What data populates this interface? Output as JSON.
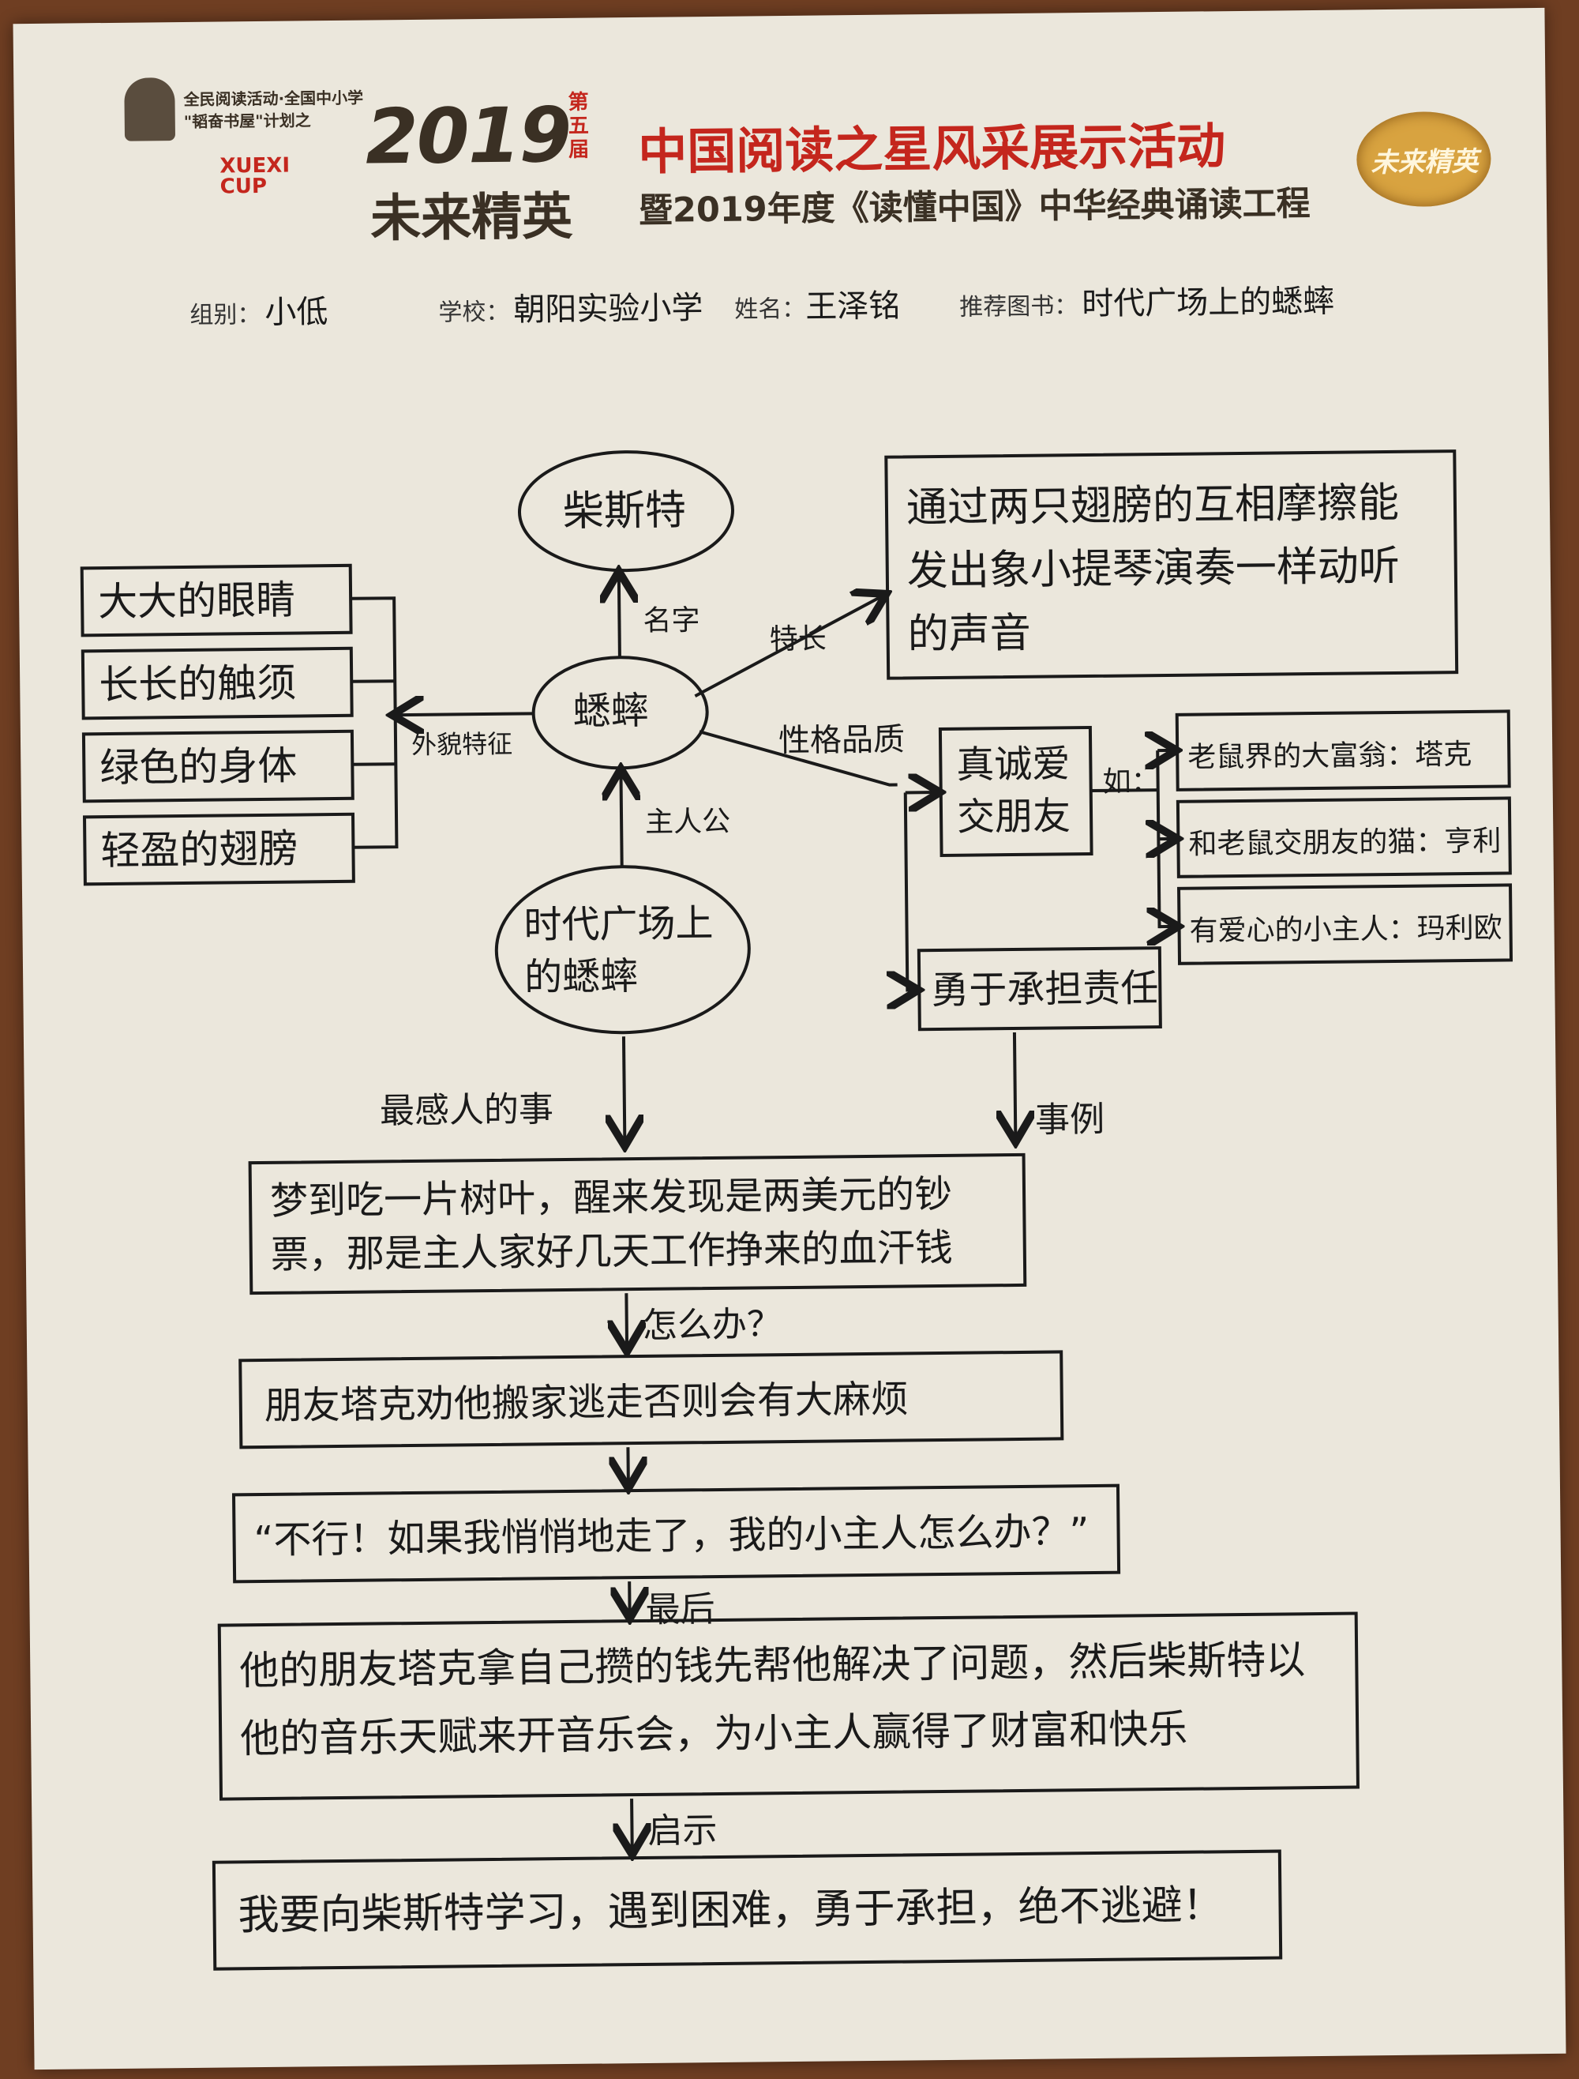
{
  "header": {
    "campaign_line1": "全民阅读活动·全国中小学",
    "campaign_line2": "\"韬奋书屋\"计划之",
    "sponsor_mark": "XUEXI CUP",
    "year": "2019",
    "edition": "第五届",
    "future_elite": "未来精英",
    "title_main": "中国阅读之星风采展示活动",
    "title_sub": "暨2019年度《读懂中国》中华经典诵读工程",
    "badge": "未来精英"
  },
  "form": {
    "group_label": "组别：",
    "group_value": "小低",
    "school_label": "学校：",
    "school_value": "朝阳实验小学",
    "name_label": "姓名：",
    "name_value": "王泽铭",
    "book_label": "推荐图书：",
    "book_value": "时代广场上的蟋蟀"
  },
  "diagram": {
    "name_node": "柴斯特",
    "center_node": "蟋蟀",
    "book_node": "时代广场上的蟋蟀",
    "edge_name": "名字",
    "edge_skill": "特长",
    "edge_appearance": "外貌特征",
    "edge_protagonist": "主人公",
    "edge_character": "性格品质",
    "edge_example_prefix": "如：",
    "edge_touching": "最感人的事",
    "edge_case": "事例",
    "edge_what": "怎么办？",
    "edge_finally": "最后",
    "edge_inspire": "启示",
    "skill_box": "通过两只翅膀的互相摩擦能发出象小提琴演奏一样动听的声音",
    "appearance": [
      "大大的眼睛",
      "长长的触须",
      "绿色的身体",
      "轻盈的翅膀"
    ],
    "trait_sincere": "真诚爱交朋友",
    "friends": [
      "老鼠界的大富翁：塔克",
      "和老鼠交朋友的猫：亨利",
      "有爱心的小主人：玛利欧"
    ],
    "trait_brave": "勇于承担责任",
    "story_1": "梦到吃一片树叶，醒来发现是两美元的钞票，那是主人家好几天工作挣来的血汗钱",
    "story_2": "朋友塔克劝他搬家逃走否则会有大麻烦",
    "story_3": "“不行！如果我悄悄地走了，我的小主人怎么办？”",
    "story_4": "他的朋友塔克拿自己攒的钱先帮他解决了问题，然后柴斯特以他的音乐天赋来开音乐会，为小主人赢得了财富和快乐",
    "lesson": "我要向柴斯特学习，遇到困难，勇于承担，绝不逃避！"
  },
  "colors": {
    "header_red": "#c4261d",
    "header_dark": "#3a3024",
    "badge_gold": "#d8a340",
    "ink": "#1a1a1a",
    "paper": "#ebe7dc"
  }
}
